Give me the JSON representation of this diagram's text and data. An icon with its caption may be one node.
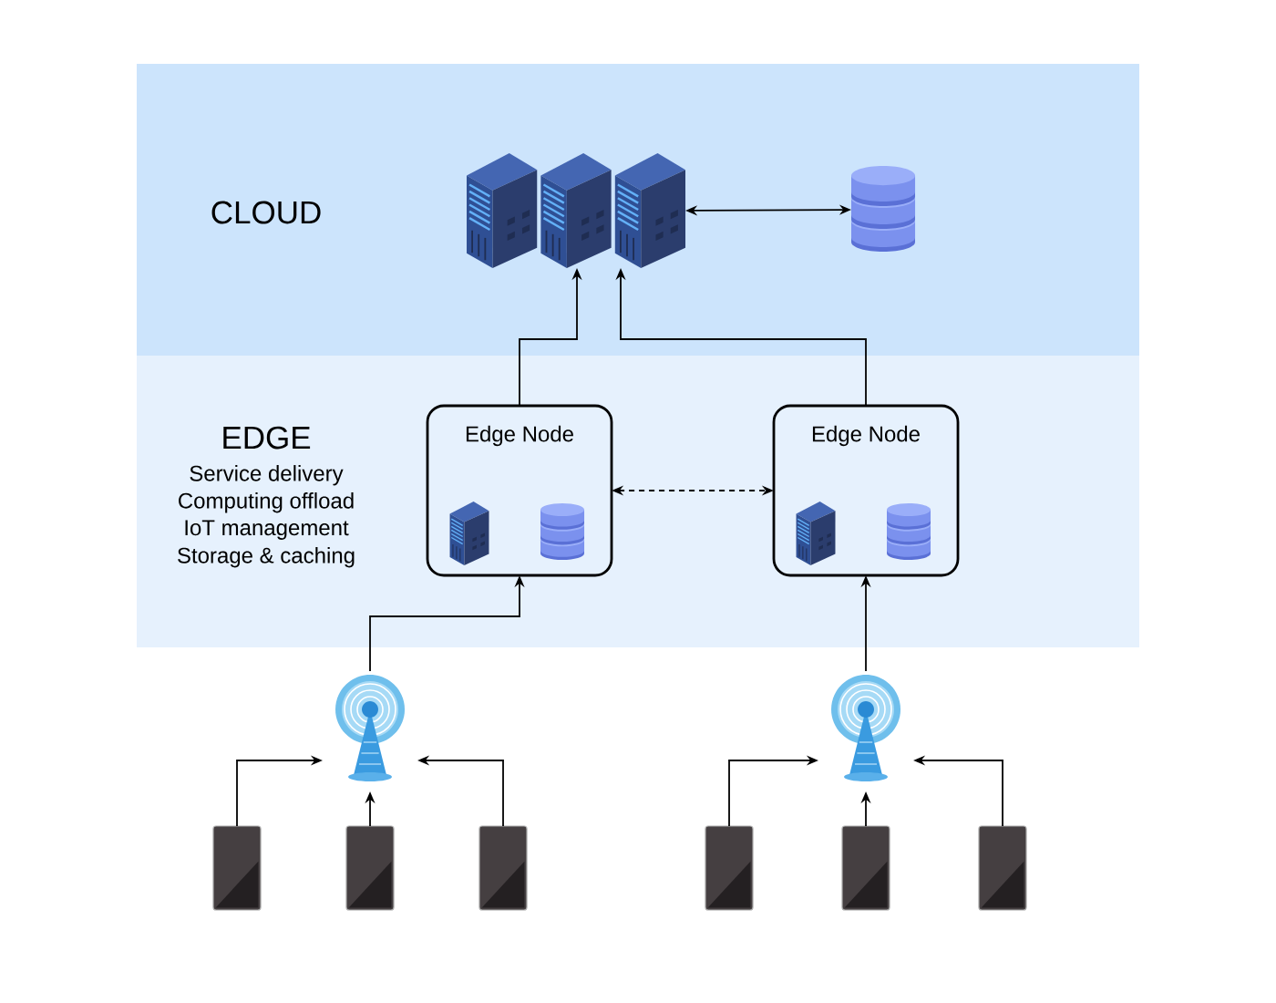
{
  "diagram": {
    "nodes": [
      {
        "text": [
          "CLOUD"
        ]
      },
      {
        "text": [],
        "shape": "picture",
        "in": 0
      },
      {
        "text": [],
        "shape": "picture",
        "in": 0
      },
      {
        "text": [
          "EDGE",
          "Service delivery",
          "Computing offload",
          "IoT management",
          "Storage & caching"
        ]
      },
      {
        "text": [
          "Edge Node"
        ],
        "in": 3
      },
      {
        "text": [
          "Edge Node"
        ],
        "in": 3
      },
      {
        "text": [],
        "shape": "picture"
      },
      {
        "text": [],
        "shape": "picture"
      },
      {
        "text": [],
        "shape": "picture"
      },
      {
        "text": [],
        "shape": "picture"
      },
      {
        "text": [],
        "shape": "picture"
      },
      {
        "text": [],
        "shape": "picture"
      },
      {
        "text": [],
        "shape": "picture"
      },
      {
        "text": [],
        "shape": "picture"
      }
    ],
    "edges": [
      {
        "from": 1,
        "to": 2,
        "arrow": "both"
      },
      {
        "from": 4,
        "to": 1,
        "arrow": "to"
      },
      {
        "from": 5,
        "to": 1,
        "arrow": "to"
      },
      {
        "from": 4,
        "to": 5,
        "arrow": "both",
        "style": "dashed"
      },
      {
        "from": 6,
        "to": 4,
        "arrow": "to"
      },
      {
        "from": 7,
        "to": 5,
        "arrow": "to"
      },
      {
        "from": 8,
        "to": 6,
        "arrow": "to"
      },
      {
        "from": 9,
        "to": 6,
        "arrow": "to"
      },
      {
        "from": 10,
        "to": 6,
        "arrow": "to"
      },
      {
        "from": 11,
        "to": 7,
        "arrow": "to"
      },
      {
        "from": 12,
        "to": 7,
        "arrow": "to"
      },
      {
        "from": 13,
        "to": 7,
        "arrow": "to"
      }
    ]
  }
}
